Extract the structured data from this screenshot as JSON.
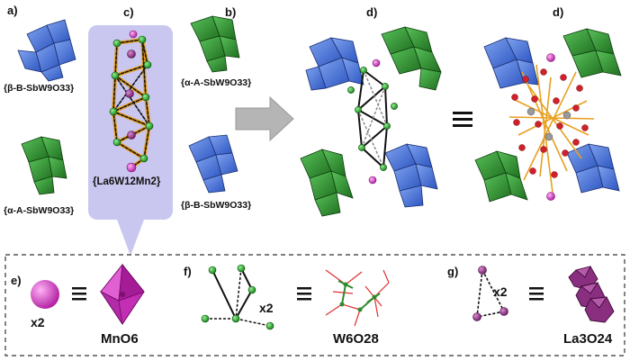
{
  "panels": {
    "a": "a)",
    "b": "b)",
    "c": "c)",
    "d_left": "d)",
    "d_right": "d)",
    "e": "e)",
    "f": "f)",
    "g": "g)"
  },
  "labels": {
    "beta_b_left": "{β-B-SbW9O33}",
    "alpha_a_left": "{α-A-SbW9O33}",
    "alpha_a_right": "{α-A-SbW9O33}",
    "beta_b_right": "{β-B-SbW9O33}",
    "core": "{La6W12Mn2}"
  },
  "legend": {
    "e_mult": "x2",
    "e_formula": "MnO6",
    "f_mult": "x2",
    "f_formula": "W6O28",
    "g_mult": "x2",
    "g_formula": "La3O24"
  },
  "colors": {
    "blue": "#3f6fd8",
    "green": "#2e8b2e",
    "magenta": "#d43cc8",
    "lavender": "#c9c7f0",
    "orange": "#e8a020",
    "red": "#d0202a",
    "purple": "#8a2f80"
  }
}
